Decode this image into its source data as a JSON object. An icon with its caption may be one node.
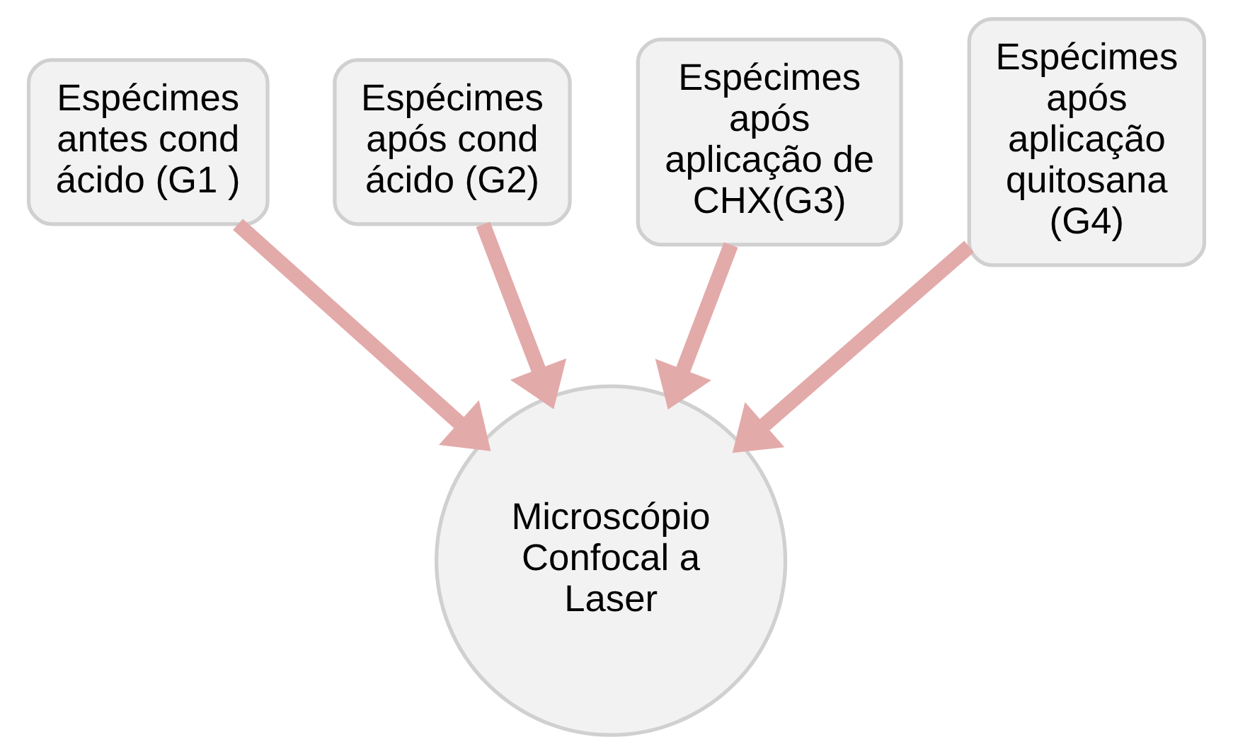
{
  "diagram": {
    "nodes": [
      {
        "text": [
          "Espécimes antes cond ácido (G1 )"
        ]
      },
      {
        "text": [
          "Espécimes após cond ácido (G2)"
        ]
      },
      {
        "text": [
          "Espécimes após aplicação de CHX(G3)"
        ]
      },
      {
        "text": [
          "Espécimes após aplicação quitosana (G4)"
        ]
      },
      {
        "text": [
          "Microscópio Confocal a Laser"
        ]
      }
    ],
    "edges": [
      {
        "from": 0,
        "to": 4,
        "arrow": "to"
      },
      {
        "from": 1,
        "to": 4,
        "arrow": "to"
      },
      {
        "from": 2,
        "to": 4,
        "arrow": "to"
      },
      {
        "from": 3,
        "to": 4,
        "arrow": "to"
      }
    ]
  }
}
